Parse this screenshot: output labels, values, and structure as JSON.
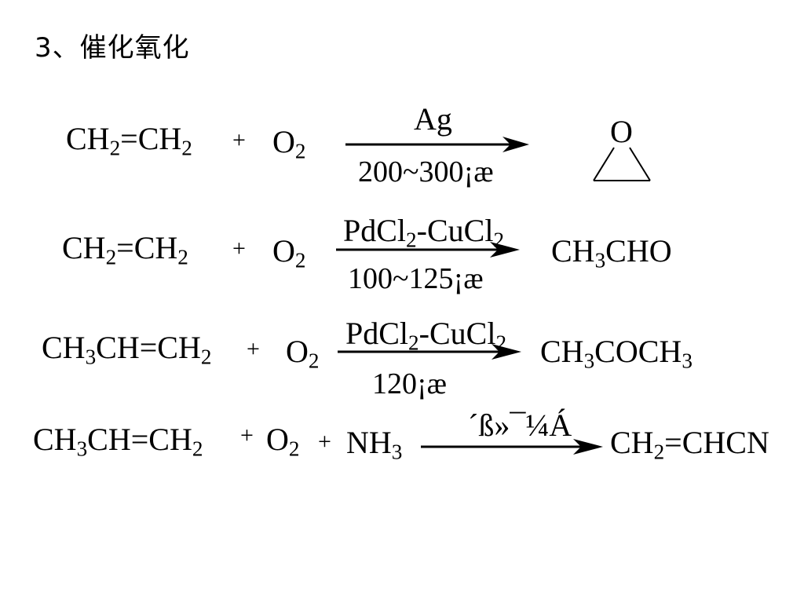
{
  "title": "3、催化氧化",
  "r1": {
    "reactant": "CH|2|=CH|2",
    "plus1": "+",
    "oxygen": "O|2",
    "catalyst": "Ag",
    "condition": "200~300¡æ",
    "product_atom": "O"
  },
  "r2": {
    "reactant": "CH|2|=CH|2",
    "plus1": "+",
    "oxygen": "O|2",
    "catalyst": "PdCl|2|-CuCl|2",
    "condition": "100~125¡æ",
    "product": "CH|3|CHO"
  },
  "r3": {
    "reactant": "CH|3|CH=CH|2",
    "plus1": "+",
    "oxygen": "O|2",
    "catalyst": "PdCl|2|-CuCl|2",
    "condition": "120¡æ",
    "product": "CH|3|COCH|3"
  },
  "r4": {
    "reactant": "CH|3|CH=CH|2",
    "plus1": "+",
    "oxygen": "O|2",
    "plus2": "+",
    "ammonia": "NH|3",
    "catalyst": "´ß»¯¼Á",
    "product": "CH|2|=CHCN"
  }
}
